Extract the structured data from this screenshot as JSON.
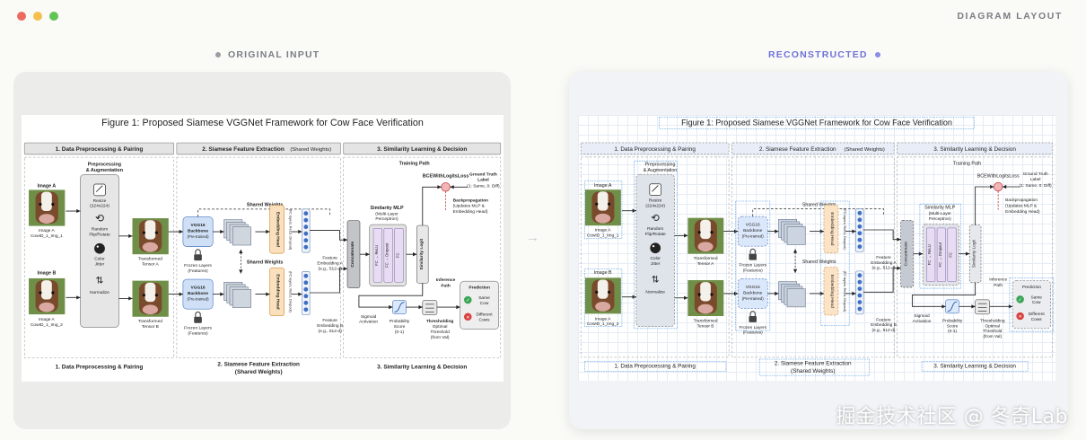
{
  "window": {
    "dots": [
      "#ed6a5e",
      "#f5bf4f",
      "#61c554"
    ],
    "header_label": "DIAGRAM LAYOUT"
  },
  "panes": {
    "left_label": "ORIGINAL INPUT",
    "right_label": "RECONSTRUCTED",
    "left_color": "#7b7e86",
    "right_color": "#6f72d8"
  },
  "figure": {
    "title": "Figure 1: Proposed Siamese VGGNet Framework for Cow Face Verification",
    "sections": {
      "s1": "1. Data Preprocessing & Pairing",
      "s2_main": "2. Siamese Feature Extraction",
      "s2_sub": "(Shared Weights)",
      "s3": "3. Similarity Learning & Decision"
    },
    "footer": {
      "f1": "1. Data Preprocessing & Pairing",
      "f2a": "2. Siamese Feature Extraction",
      "f2b": "(Shared Weights)",
      "f3": "3. Similarity Learning & Decision"
    },
    "image_a": {
      "label": "Image A",
      "caption1": "Image A",
      "caption2": "CowID_1_Img_1"
    },
    "image_b": {
      "label": "Image B",
      "caption1": "Image A",
      "caption2": "CowID_1_Img_2"
    },
    "preproc": {
      "title1": "Preprocessing",
      "title2": "& Augmentation",
      "resize1": "Resize",
      "resize2": "(224x224)",
      "flip1": "Random",
      "flip2": "Flip/Rotate",
      "jitter1": "Color",
      "jitter2": "Jitter",
      "normalize": "Normalize"
    },
    "tensor_a1": "Transformed",
    "tensor_a2": "Tensor A",
    "tensor_b1": "Transformed",
    "tensor_b2": "Tensor B",
    "vgg": {
      "l1": "VGG16",
      "l2": "Backbone",
      "l3": "(Pre-trained)"
    },
    "frozen1": "Frozen Layers",
    "frozen2": "(Features)",
    "shared_top": "Shared Weights",
    "shared_mid": "Shared Weights",
    "embed_head": "Embedding Head",
    "embed_sub": "(FC layers, ReLU, Dropout)",
    "feat_a": {
      "l1": "Feature",
      "l2": "Embedding A",
      "l3": "(e.g., 512-d)"
    },
    "feat_b": {
      "l1": "Feature",
      "l2": "Embedding B",
      "l3": "(e.g., 512-d)"
    },
    "concat": "Concatenate",
    "mlp": {
      "l1": "Similarity MLP",
      "l2": "(Multi-Layer",
      "l3": "Perceptron)",
      "layers": "FC → ReLU → FC → Dropout → FC"
    },
    "logit": "Similarity Logit",
    "training_path": "Training Path",
    "loss": "BCEWithLogitsLoss",
    "gt": {
      "l1": "Ground Truth",
      "l2": "Label",
      "l3": "(1: Same, 0: Diff)"
    },
    "backprop": {
      "l1": "Backpropagation",
      "l2": "(Updates MLP &",
      "l3": "Embedding Head)"
    },
    "inference": {
      "l1": "Inference",
      "l2": "Path"
    },
    "sigmoid": {
      "l1": "Sigmoid",
      "l2": "Activation"
    },
    "prob": {
      "l1": "Probability",
      "l2": "Score",
      "l3": "(0-1)"
    },
    "thresh": {
      "l1": "Thresholding",
      "l2": "Optimal",
      "l3": "Threshold",
      "l4": "(from Val)"
    },
    "prediction": {
      "title": "Prediction",
      "same1": "Same",
      "same2": "Cow",
      "diff1": "Different",
      "diff2": "Cows"
    }
  },
  "watermark": "掘金技术社区 @ 冬奇Lab"
}
